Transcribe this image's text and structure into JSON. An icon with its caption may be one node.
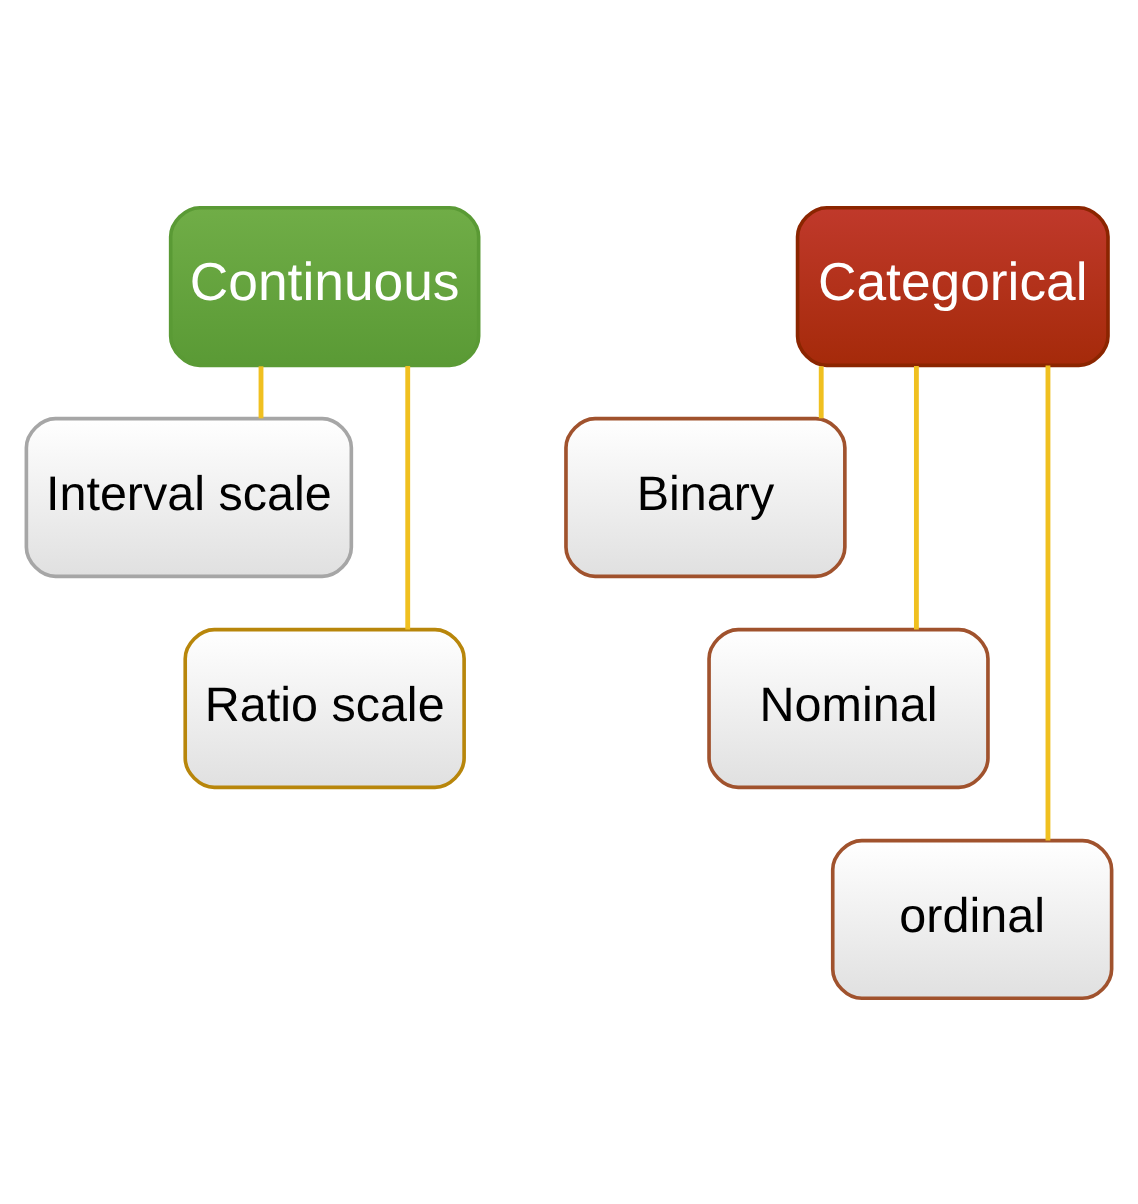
{
  "diagram": {
    "nodes": [
      {
        "text": [
          "Continuous"
        ]
      },
      {
        "text": [
          "Interval scale"
        ]
      },
      {
        "text": [
          "Ratio scale"
        ]
      },
      {
        "text": [
          "Categorical"
        ]
      },
      {
        "text": [
          "Binary"
        ]
      },
      {
        "text": [
          "Nominal"
        ]
      },
      {
        "text": [
          "ordinal"
        ]
      }
    ],
    "edges": [
      {
        "from": 0,
        "to": 1,
        "arrow": "none"
      },
      {
        "from": 0,
        "to": 2,
        "arrow": "none"
      },
      {
        "from": 3,
        "to": 4,
        "arrow": "none"
      },
      {
        "from": 3,
        "to": 5,
        "arrow": "none"
      },
      {
        "from": 3,
        "to": 6,
        "arrow": "none"
      }
    ]
  }
}
